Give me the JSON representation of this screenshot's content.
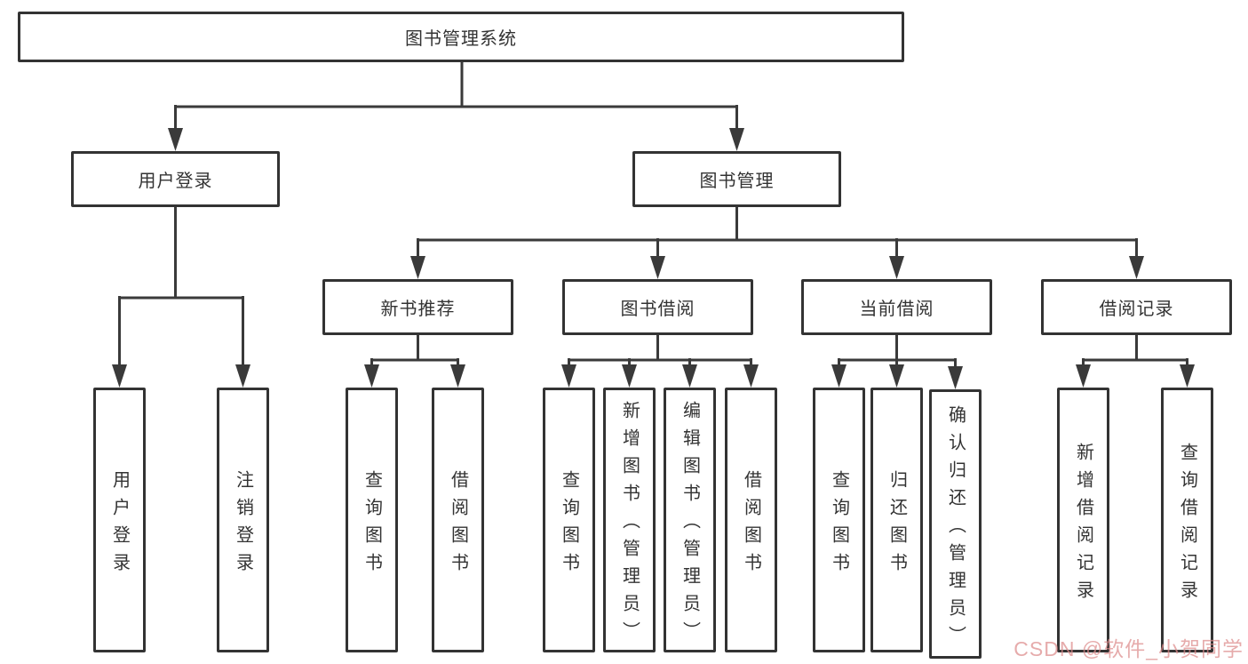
{
  "tree": {
    "label": "图书管理系统",
    "children": [
      {
        "label": "用户登录",
        "children": [
          {
            "label": "用户登录"
          },
          {
            "label": "注销登录"
          }
        ]
      },
      {
        "label": "图书管理",
        "children": [
          {
            "label": "新书推荐",
            "children": [
              {
                "label": "查询图书"
              },
              {
                "label": "借阅图书"
              }
            ]
          },
          {
            "label": "图书借阅",
            "children": [
              {
                "label": "查询图书"
              },
              {
                "label": "新增图书（管理员）"
              },
              {
                "label": "编辑图书（管理员）"
              },
              {
                "label": "借阅图书"
              }
            ]
          },
          {
            "label": "当前借阅",
            "children": [
              {
                "label": "查询图书"
              },
              {
                "label": "归还图书"
              },
              {
                "label": "确认归还（管理员）"
              }
            ]
          },
          {
            "label": "借阅记录",
            "children": [
              {
                "label": "新增借阅记录"
              },
              {
                "label": "查询借阅记录"
              }
            ]
          }
        ]
      }
    ]
  },
  "watermark": "CSDN @软件_小贺同学",
  "colors": {
    "line": "#3a3a3a",
    "box_border": "#333333",
    "text": "#333333",
    "watermark_pink": "#dc8b8b",
    "background": "#ffffff"
  }
}
